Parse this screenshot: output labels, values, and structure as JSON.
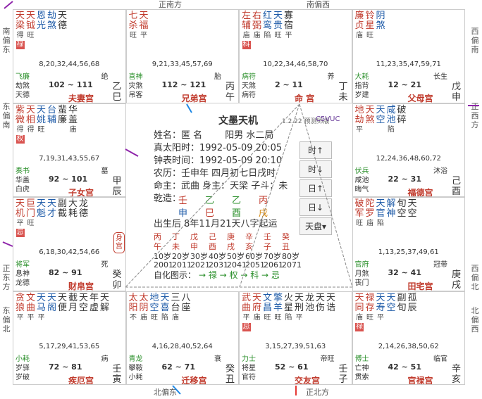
{
  "directions": {
    "top_left": "正南方",
    "top_right": "南偏西",
    "bottom_left": "北偏东",
    "bottom_right": "正北方",
    "left_top": "南偏东",
    "left_mid": "东偏南",
    "left_low": "正东方",
    "left_bottom": "东偏北",
    "right_top": "西偏南",
    "right_mid": "正西方",
    "right_low": "西偏北",
    "right_bottom": "北偏西"
  },
  "cells": [
    {
      "stars": [
        [
          "天",
          "梁",
          "得"
        ],
        [
          "天",
          "钺",
          "旺"
        ],
        [
          "恩",
          "光",
          ""
        ],
        [
          "劫",
          "煞",
          ""
        ],
        [
          "天",
          "德",
          ""
        ]
      ],
      "hua": "禄",
      "ages": "8,20,32,44,56,68",
      "left": [
        "飞廉",
        "劫煞",
        "天德"
      ],
      "stage": "绝",
      "dec": "102 ~ 111",
      "stem": "乙",
      "branch": "巳",
      "palace": "夫妻宫"
    },
    {
      "stars": [
        [
          "七",
          "杀",
          "旺"
        ],
        [
          "天",
          "福",
          "平"
        ]
      ],
      "hua": "",
      "ages": "9,21,33,45,57,69",
      "left": [
        "喜神",
        "灾煞",
        "吊客"
      ],
      "stage": "胎",
      "dec": "112 ~ 121",
      "stem": "丙",
      "branch": "午",
      "palace": "兄弟宫"
    },
    {
      "stars": [
        [
          "左",
          "辅",
          "庙"
        ],
        [
          "右",
          "弼",
          "庙"
        ],
        [
          "红",
          "鸾",
          "陷"
        ],
        [
          "天",
          "贵",
          "旺"
        ],
        [
          "寡",
          "宿",
          "平"
        ]
      ],
      "hua": "科",
      "ages": "10,22,34,46,58,70",
      "left": [
        "病符",
        "天煞",
        "病符"
      ],
      "stage": "养",
      "dec": "2 ~ 11",
      "stem": "丁",
      "branch": "未",
      "palace": "命 宫"
    },
    {
      "stars": [
        [
          "廉",
          "贞",
          "庙"
        ],
        [
          "铃",
          "星",
          "旺"
        ],
        [
          "阴",
          "煞",
          ""
        ]
      ],
      "hua": "",
      "ages": "11,23,35,47,59,71",
      "left": [
        "大耗",
        "指背",
        "岁建"
      ],
      "stage": "长生",
      "dec": "12 ~ 21",
      "stem": "戊",
      "branch": "申",
      "palace": "父母宫"
    },
    {
      "stars": [
        [
          "紫",
          "微",
          "得"
        ],
        [
          "天",
          "相",
          "得"
        ],
        [
          "天",
          "姚",
          "旺"
        ],
        [
          "台",
          "辅",
          ""
        ],
        [
          "蜚",
          "廉",
          ""
        ],
        [
          "华",
          "盖",
          "庙"
        ]
      ],
      "hua": "权",
      "ages": "7,19,31,43,55,67",
      "left": [
        "奏书",
        "华盖",
        "白虎"
      ],
      "stage": "墓",
      "dec": "92 ~ 101",
      "stem": "甲",
      "branch": "辰",
      "palace": "子女宫"
    },
    {
      "stars": [
        [
          "地",
          "劫",
          "平"
        ],
        [
          "天",
          "煞",
          ""
        ],
        [
          "天",
          "空",
          ""
        ],
        [
          "咸",
          "池",
          "陷"
        ],
        [
          "破",
          "碎",
          ""
        ]
      ],
      "hua": "",
      "ages": "12,24,36,48,60,72",
      "left": [
        "伏兵",
        "咸池",
        "晦气"
      ],
      "stage": "沐浴",
      "dec": "22 ~ 31",
      "stem": "己",
      "branch": "酉",
      "palace": "福德宫"
    },
    {
      "stars": [
        [
          "天",
          "机",
          "平"
        ],
        [
          "巨",
          "门",
          "旺"
        ],
        [
          "天",
          "魁",
          ""
        ],
        [
          "天",
          "才",
          ""
        ],
        [
          "副",
          "截",
          ""
        ],
        [
          "大",
          "耗",
          ""
        ],
        [
          "龙",
          "德",
          ""
        ]
      ],
      "hua": "忌",
      "ages": "6,18,30,42,54,66",
      "left": [
        "将军",
        "息神",
        "龙德"
      ],
      "stage": "死",
      "dec": "82 ~ 91",
      "stem": "癸",
      "branch": "卯",
      "palace": "财帛宫"
    },
    {
      "stars": [
        [
          "破",
          "军",
          "旺"
        ],
        [
          "陀",
          "罗",
          "庙"
        ],
        [
          "天",
          "官",
          "陷"
        ],
        [
          "解",
          "神",
          ""
        ],
        [
          "旬",
          "空",
          ""
        ],
        [
          "天",
          "空",
          ""
        ]
      ],
      "hua": "",
      "ages": "1,13,25,37,49,61",
      "left": [
        "官府",
        "月煞",
        "丧门"
      ],
      "stage": "冠带",
      "dec": "32 ~ 41",
      "stem": "庚",
      "branch": "戌",
      "palace": "田宅宫"
    },
    {
      "stars": [
        [
          "贪",
          "狼",
          "平"
        ],
        [
          "文",
          "曲",
          "平"
        ],
        [
          "天",
          "马",
          "平"
        ],
        [
          "天",
          "阁",
          ""
        ],
        [
          "天",
          "便",
          ""
        ],
        [
          "截",
          "月",
          ""
        ],
        [
          "天",
          "空",
          ""
        ],
        [
          "年",
          "虚",
          ""
        ],
        [
          "天",
          "解",
          ""
        ]
      ],
      "hua": "",
      "ages": "5,17,29,41,53,65",
      "left": [
        "小耗",
        "岁驿",
        "岁破"
      ],
      "stage": "病",
      "dec": "72 ~ 81",
      "stem": "壬",
      "branch": "寅",
      "palace": "疾厄宫"
    },
    {
      "stars": [
        [
          "太",
          "阳",
          "不"
        ],
        [
          "太",
          "阴",
          "庙"
        ],
        [
          "地",
          "空",
          "旺"
        ],
        [
          "天",
          "喜",
          "陷"
        ],
        [
          "三",
          "台",
          "庙"
        ],
        [
          "八",
          "座",
          ""
        ]
      ],
      "hua": "",
      "ages": "4,16,28,40,52,64",
      "left": [
        "青龙",
        "攀鞍",
        "小耗"
      ],
      "stage": "衰",
      "dec": "62 ~ 71",
      "stem": "癸",
      "branch": "丑",
      "palace": "迁移宫"
    },
    {
      "stars": [
        [
          "武",
          "曲",
          "平"
        ],
        [
          "天",
          "府",
          "庙"
        ],
        [
          "文",
          "昌",
          "旺"
        ],
        [
          "擎",
          "羊",
          "旺"
        ],
        [
          "火",
          "星",
          "陷"
        ],
        [
          "天",
          "刑",
          "平"
        ],
        [
          "龙",
          "池",
          ""
        ],
        [
          "天",
          "伤",
          ""
        ],
        [
          "天",
          "诰",
          ""
        ]
      ],
      "hua": "忌",
      "ages": "3,15,27,39,51,63",
      "left": [
        "力士",
        "将星",
        "官符"
      ],
      "stage": "帝旺",
      "dec": "52 ~ 61",
      "stem": "壬",
      "branch": "子",
      "palace": "交友宫"
    },
    {
      "stars": [
        [
          "天",
          "同",
          "庙"
        ],
        [
          "禄",
          "存",
          "旺"
        ],
        [
          "天",
          "寿",
          "平"
        ],
        [
          "天",
          "空",
          ""
        ],
        [
          "副",
          "旬",
          ""
        ],
        [
          "孤",
          "辰",
          ""
        ]
      ],
      "hua": "禄",
      "ages": "2,14,26,38,50,62",
      "left": [
        "博士",
        "亡神",
        "贯索"
      ],
      "stage": "临官",
      "dec": "42 ~ 51",
      "stem": "辛",
      "branch": "亥",
      "palace": "官禄宫"
    }
  ],
  "center": {
    "title": "文墨天机",
    "version": "1.2.22 预测师版",
    "code": "C5VUC",
    "name": "姓名：匿 名",
    "gender": "阳男 水二局",
    "solar_true": "真太阳时：1992-05-09 20:05",
    "clock": "钟表时间：1992-05-09 20:10",
    "lunar": "农历：壬申年 四月初七日戌时",
    "ming": "命主：武曲 身主：天梁 子斗：未",
    "qian_label": "乾造：",
    "gan": [
      "壬",
      "乙",
      "乙",
      "丙"
    ],
    "zhi": [
      "申",
      "巳",
      "酉",
      "戌"
    ],
    "qiyun": "出生后 8年11月21天八字起运",
    "dayun_gan": [
      "丙",
      "丁",
      "戊",
      "己",
      "庚",
      "辛",
      "壬",
      "癸"
    ],
    "dayun_zhi": [
      "午",
      "未",
      "申",
      "酉",
      "戌",
      "亥",
      "子",
      "丑"
    ],
    "dayun_age": [
      "10岁",
      "20岁",
      "30岁",
      "40岁",
      "50岁",
      "60岁",
      "70岁",
      "80岁"
    ],
    "dayun_year": [
      "2001",
      "2011",
      "2021",
      "2031",
      "2041",
      "2051",
      "2061",
      "2071"
    ],
    "zihua_label": "自化图示：",
    "zihua": "→ 禄  → 权  → 科  → 忌",
    "pill_body": "身宫"
  },
  "buttons": [
    "时↑",
    "时↓",
    "日↑",
    "日↓",
    "天盘▾"
  ]
}
